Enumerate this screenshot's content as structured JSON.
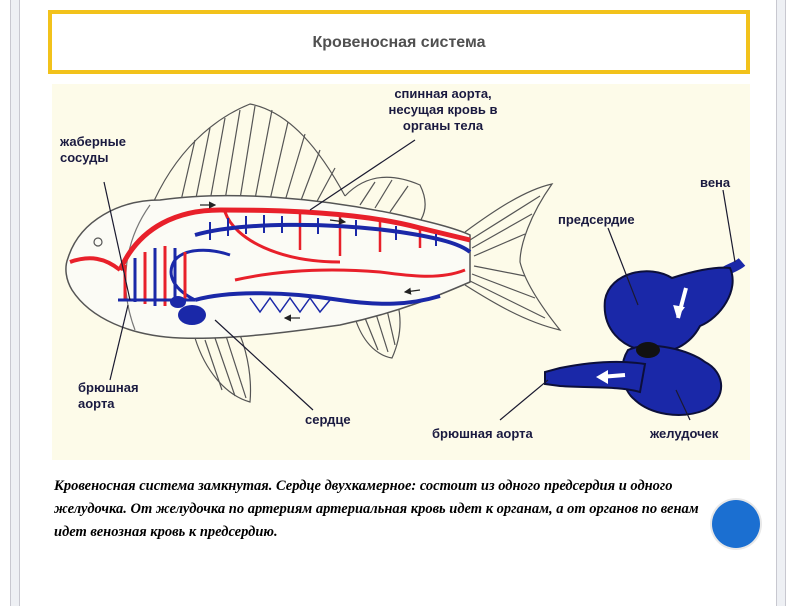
{
  "slide": {
    "title": "Кровеносная система",
    "caption": "Кровеносная система замкнутая. Сердце двухкамерное: состоит из одного предсердия и одного желудочка. От желудочка по артериям артериальная кровь идет к органам, а от органов по венам идет венозная кровь к предсердию."
  },
  "diagram": {
    "labels": {
      "gill_vessels": "жаберные сосуды",
      "dorsal_aorta": "спинная аорта, несущая кровь в органы тела",
      "vein": "вена",
      "atrium": "предсердие",
      "ventral_aorta_left": "брюшная аорта",
      "heart": "сердце",
      "ventral_aorta_right": "брюшная аорта",
      "ventricle": "желудочек"
    },
    "colors": {
      "artery": "#e8202a",
      "vein": "#1a28a8",
      "title_border": "#f2c21b",
      "accent_dot": "#1b6fd1"
    }
  }
}
